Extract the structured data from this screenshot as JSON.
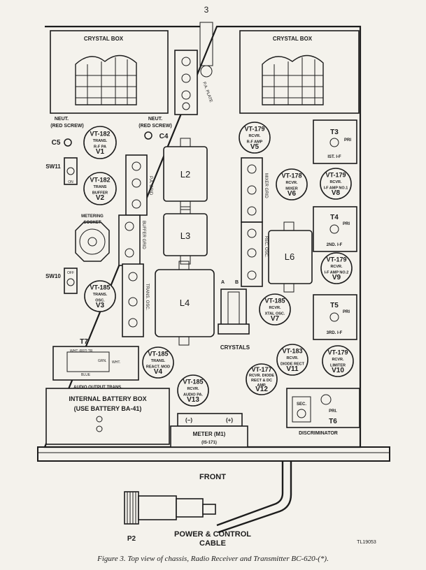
{
  "page_number": "3",
  "crystal_box_left": "CRYSTAL BOX",
  "crystal_box_right": "CRYSTAL BOX",
  "pa_plate": "P.A. PLATE",
  "neut_left": [
    "NEUT.",
    "(RED SCREW)"
  ],
  "neut_right": [
    "NEUT.",
    "(RED SCREW)"
  ],
  "c5": "C5",
  "c4": "C4",
  "sw11": "SW11",
  "sw10": "SW10",
  "switch_on": "ON",
  "switch_off": "OFF",
  "metering_socket": [
    "METERING",
    "SOCKET"
  ],
  "tubes": {
    "v1": [
      "VT-182",
      "TRANS.",
      "R-F PA",
      "V1"
    ],
    "v2": [
      "VT-182",
      "TRANS",
      "BUFFER",
      "V2"
    ],
    "v3": [
      "VT-185",
      "TRANS.",
      "OSC.",
      "V3"
    ],
    "v4": [
      "VT-185",
      "TRANS.",
      "REACT. MOD",
      "V4"
    ],
    "v5": [
      "VT-179",
      "RCVR.",
      "R-F AMP",
      "V5"
    ],
    "v6": [
      "VT-178",
      "RCVR.",
      "MIXER",
      "V6"
    ],
    "v7": [
      "VT-185",
      "RCVR.",
      "XTAL OSC.",
      "V7"
    ],
    "v8": [
      "VT-179",
      "RCVR.",
      "I-F AMP NO.1",
      "V8"
    ],
    "v9": [
      "VT-179",
      "RCVR.",
      "I-F AMP NO.2",
      "V9"
    ],
    "v10": [
      "VT-179",
      "RCVR.",
      "LIMITER",
      "V10"
    ],
    "v11": [
      "VT-183",
      "RCVR.",
      "DIODE RECT",
      "V11"
    ],
    "v12": [
      "VT-177",
      "RCVR. DIODE",
      "RECT & DC",
      "AMP.",
      "V12"
    ],
    "v13": [
      "VT-185",
      "RCVR.",
      "AUDIO PA.",
      "V13"
    ]
  },
  "coils": {
    "l2": "L2",
    "l3": "L3",
    "l4": "L4",
    "l6": "L6"
  },
  "transformers": {
    "t3": [
      "T3",
      "PRI",
      "IST. I-F"
    ],
    "t4": [
      "T4",
      "PRI",
      "2ND. I-F"
    ],
    "t5": [
      "T5",
      "PRI",
      "3RD. I-F"
    ],
    "t6": [
      "T6",
      "SEC.",
      "PRI.",
      "DISCRIMINATOR"
    ],
    "t7": [
      "T7",
      "WHT.-RED TR.",
      "GRN.",
      "WHT.",
      "BLUE",
      "AUDIO OUTPUT TRANS."
    ]
  },
  "grids": {
    "pa_grid": "P.A. GRID",
    "buffer_grid": "BUFFER GRID",
    "trans_osc": "TRANS. OSC.",
    "mixer_grid": "MIXER GRID",
    "rec_osc": "REC. OSC."
  },
  "crystals": "CRYSTALS",
  "crystals_ab": [
    "A",
    "B"
  ],
  "battery_box": [
    "INTERNAL BATTERY BOX",
    "(USE BATTERY BA-41)"
  ],
  "meter": [
    "(−)",
    "(+)",
    "METER (M1)",
    "(IS-171)"
  ],
  "front": "FRONT",
  "p2": "P2",
  "cable": [
    "POWER & CONTROL",
    "CABLE"
  ],
  "ref_number": "TL19053",
  "caption": "Figure 3. Top view of chassis, Radio Receiver and Transmitter BC-620-(*)."
}
